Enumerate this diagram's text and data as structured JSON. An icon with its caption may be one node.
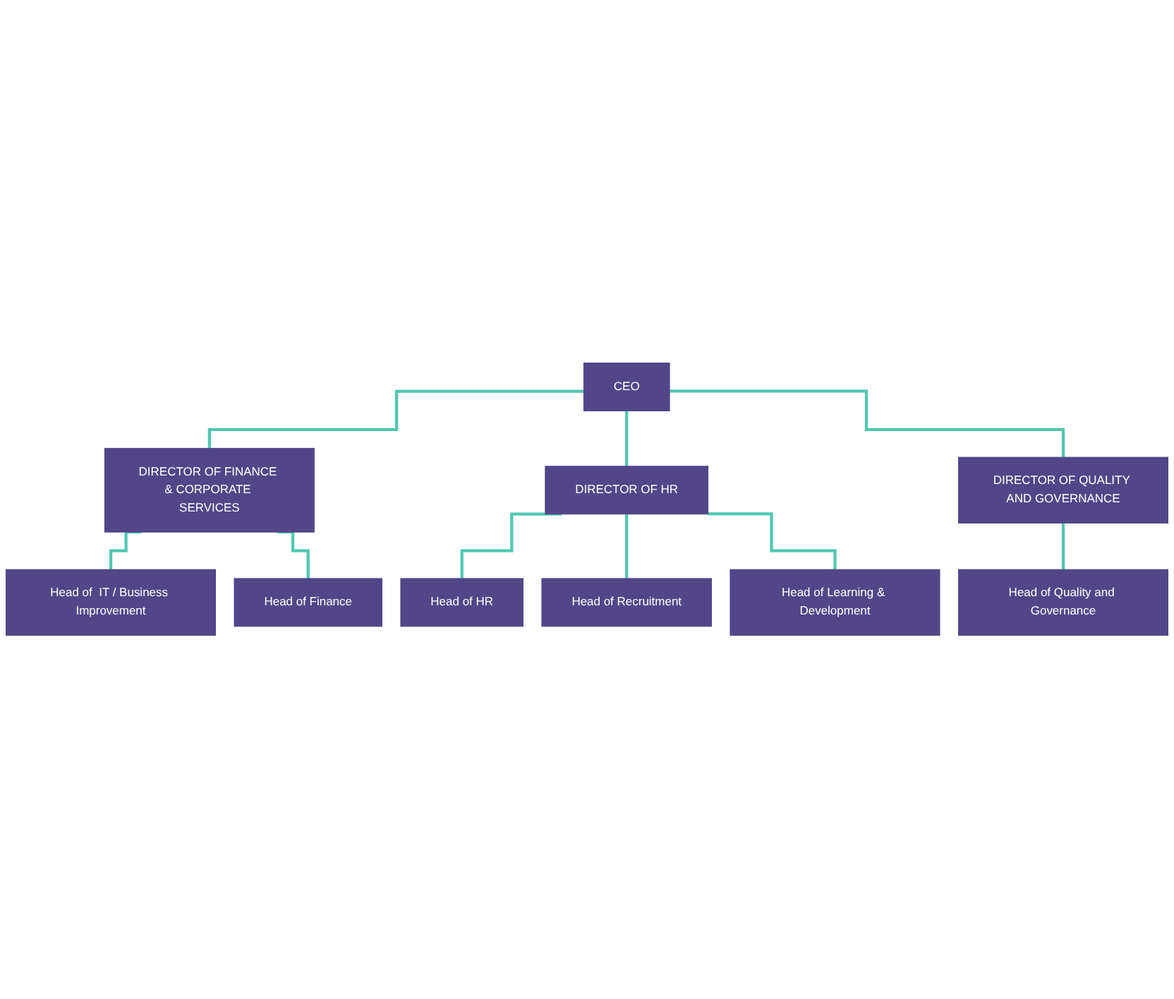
{
  "diagram": {
    "nodes": [
      {
        "text": [
          "CEO"
        ]
      },
      {
        "text": [
          "DIRECTOR OF FINANCE & CORPORATE SERVICES"
        ]
      },
      {
        "text": [
          "DIRECTOR OF HR"
        ]
      },
      {
        "text": [
          "DIRECTOR OF QUALITY AND GOVERNANCE"
        ]
      },
      {
        "text": [
          "Head of  IT / Business Improvement"
        ]
      },
      {
        "text": [
          "Head of Finance"
        ]
      },
      {
        "text": [
          "Head of HR"
        ]
      },
      {
        "text": [
          "Head of Recruitment"
        ]
      },
      {
        "text": [
          "Head of Learning & Development"
        ]
      },
      {
        "text": [
          "Head of Quality and Governance"
        ]
      }
    ],
    "edges": [
      {
        "from": 0,
        "to": 1,
        "arrow": "none"
      },
      {
        "from": 0,
        "to": 2,
        "arrow": "none"
      },
      {
        "from": 0,
        "to": 3,
        "arrow": "none"
      },
      {
        "from": 1,
        "to": 4,
        "arrow": "none"
      },
      {
        "from": 1,
        "to": 5,
        "arrow": "none"
      },
      {
        "from": 2,
        "to": 6,
        "arrow": "none"
      },
      {
        "from": 2,
        "to": 7,
        "arrow": "none"
      },
      {
        "from": 2,
        "to": 8,
        "arrow": "none"
      },
      {
        "from": 3,
        "to": 9,
        "arrow": "none"
      }
    ]
  }
}
